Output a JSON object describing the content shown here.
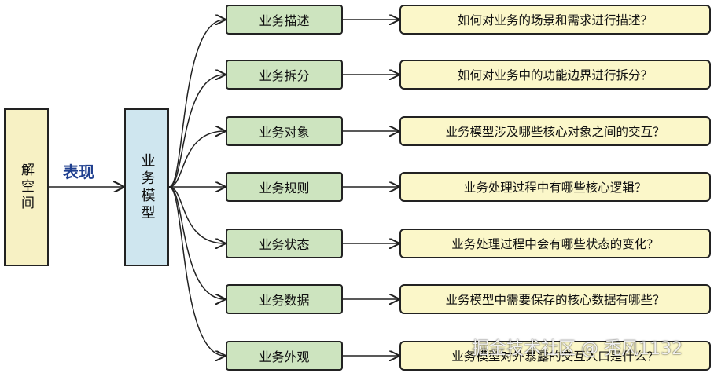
{
  "root": {
    "label": "解空间"
  },
  "relation": {
    "label": "表现"
  },
  "center": {
    "label": "业务模型"
  },
  "branches": [
    {
      "label": "业务描述",
      "question": "如何对业务的场景和需求进行描述？"
    },
    {
      "label": "业务拆分",
      "question": "如何对业务中的功能边界进行拆分？"
    },
    {
      "label": "业务对象",
      "question": "业务模型涉及哪些核心对象之间的交互？"
    },
    {
      "label": "业务规则",
      "question": "业务处理过程中有哪些核心逻辑？"
    },
    {
      "label": "业务状态",
      "question": "业务处理过程中会有哪些状态的变化？"
    },
    {
      "label": "业务数据",
      "question": "业务模型中需要保存的核心数据有哪些？"
    },
    {
      "label": "业务外观",
      "question": "业务模型对外暴露的交互入口是什么？"
    }
  ],
  "watermark": {
    "text": "掘金技术社区 @ 秃风1132"
  },
  "colors": {
    "root_fill": "#f7f1c4",
    "center_fill": "#cfe6ef",
    "category_fill": "#cde4bf",
    "question_fill": "#fbf7c9",
    "relation_text": "#1f3f8f"
  }
}
